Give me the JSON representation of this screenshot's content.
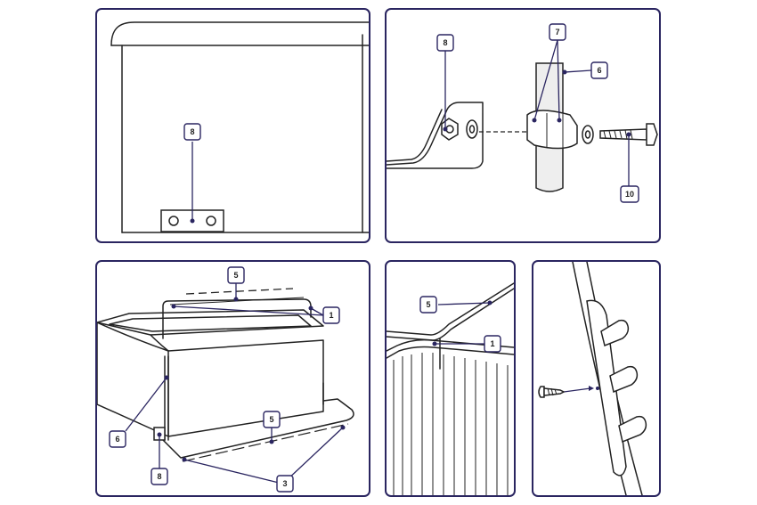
{
  "callouts": {
    "p1_8": "8",
    "p2_8": "8",
    "p2_7": "7",
    "p2_6": "6",
    "p2_10": "10",
    "p3_5a": "5",
    "p3_1": "1",
    "p3_6": "6",
    "p3_5b": "5",
    "p3_8": "8",
    "p3_3": "3",
    "p4_5": "5",
    "p4_1": "1"
  },
  "colors": {
    "frame": "#2a2560",
    "leader": "#2a2560",
    "line": "#222222"
  }
}
